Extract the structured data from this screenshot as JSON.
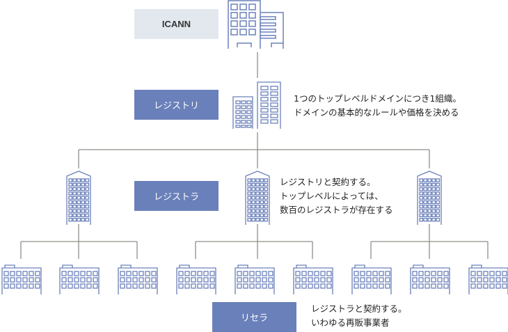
{
  "levels": {
    "icann": {
      "label": "ICANN"
    },
    "registry": {
      "label": "レジストリ",
      "description": [
        "1つのトップレベルドメインにつき1組織。",
        "ドメインの基本的なルールや価格を決める"
      ]
    },
    "registrar": {
      "label": "レジストラ",
      "description": [
        "レジストリと契約する。",
        "トップレベルによっては、",
        "数百のレジストラが存在する"
      ]
    },
    "reseller": {
      "label": "リセラ",
      "description": [
        "レジストラと契約する。",
        "いわゆる再販事業者"
      ]
    }
  },
  "colors": {
    "icann_box": "#e3e8ef",
    "level_box": "#6a80ba",
    "building_stroke": "#6a80ba",
    "connector": "#8a9088"
  }
}
